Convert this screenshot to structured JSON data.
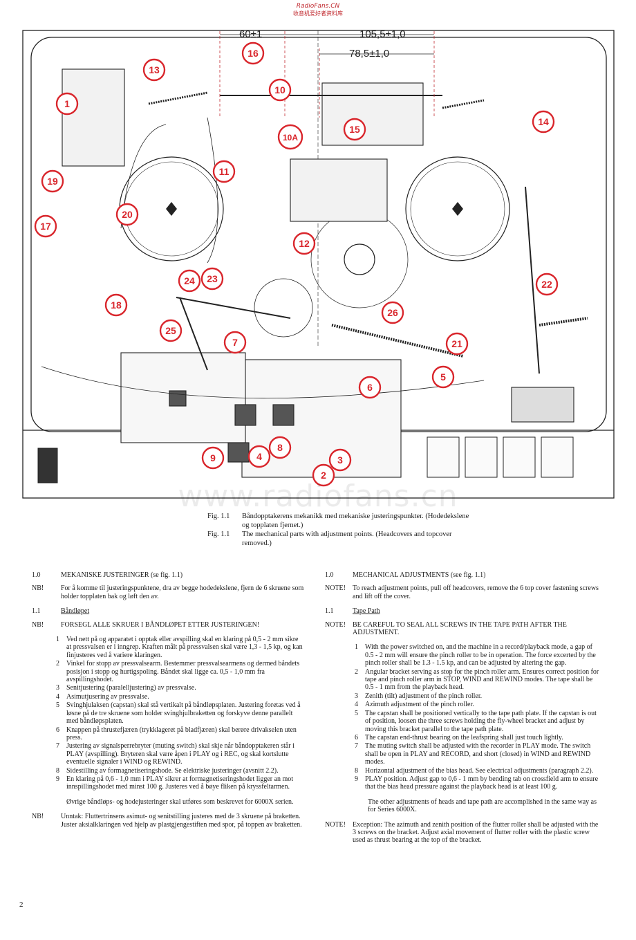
{
  "header": {
    "brand": "RadioFans.CN",
    "tagline": "收音机爱好者资料库"
  },
  "watermark": "www.radiofans.cn",
  "diagram": {
    "dimensions": [
      "60±1",
      "105,5±1,0",
      "78,5±1,0"
    ],
    "callouts": [
      "1",
      "2",
      "3",
      "4",
      "5",
      "6",
      "7",
      "8",
      "9",
      "10",
      "10A",
      "11",
      "12",
      "13",
      "14",
      "15",
      "16",
      "17",
      "18",
      "19",
      "20",
      "21",
      "22",
      "23",
      "24",
      "25",
      "26"
    ],
    "callout_color": "#d9262c"
  },
  "caption": {
    "fig_label": "Fig. 1.1",
    "no_text": "Båndopptakerens mekanikk med mekaniske justeringspunkter. (Hodedekslene og topplaten fjernet.)",
    "en_text": "The mechanical parts with adjustment points. (Headcovers and topcover removed.)"
  },
  "left": {
    "s10_num": "1.0",
    "s10_title": "MEKANISKE JUSTERINGER (se fig. 1.1)",
    "nb1_label": "NB!",
    "nb1_text": "For å komme til justeringspunktene, dra av begge hodedekslene, fjern de 6 skruene som holder topplaten bak og løft den av.",
    "s11_num": "1.1",
    "s11_title": "Båndløpet",
    "nb2_label": "NB!",
    "nb2_text": "FORSEGL ALLE SKRUER I BÅNDLØPET ETTER JUSTERINGEN!",
    "items": [
      {
        "n": "1",
        "t": "Ved nett på og apparatet i opptak eller avspilling skal en klaring på 0,5 - 2 mm sikre at pressvalsen er i inngrep. Kraften målt på pressvalsen skal være 1,3 - 1,5 kp, og kan finjusteres ved å variere klaringen."
      },
      {
        "n": "2",
        "t": "Vinkel for stopp av pressvalsearm. Bestemmer pressvalsearmens og dermed båndets posisjon i stopp og hurtigspoling. Båndet skal ligge ca. 0,5 - 1,0 mm fra avspillingshodet."
      },
      {
        "n": "3",
        "t": "Senitjustering (paralelljustering) av pressvalse."
      },
      {
        "n": "4",
        "t": "Asimutjusering av pressvalse."
      },
      {
        "n": "5",
        "t": "Svinghjulaksen (capstan) skal stå vertikalt på båndløpsplaten. Justering foretas ved å løsne på de tre skruene som holder svinghjulbraketten og forskyve denne parallelt med båndløpsplaten."
      },
      {
        "n": "6",
        "t": "Knappen på thrustefjæren (trykklageret på bladfjæren) skal berøre drivakselen uten press."
      },
      {
        "n": "7",
        "t": "Justering av signalsperrebryter (muting switch) skal skje når båndopptakeren står i PLAY (avspilling). Bryteren skal være åpen i PLAY og i REC, og skal kortslutte eventuelle signaler i WIND og REWIND."
      },
      {
        "n": "8",
        "t": "Sidestilling av formagnetiseringshode. Se elektriske justeringer (avsnitt 2.2)."
      },
      {
        "n": "9",
        "t": "En klaring på 0,6 - 1,0 mm i PLAY sikrer at formagnetiseringshodet ligger an mot innspillingshodet med minst 100 g. Justeres ved å bøye fliken på kryssfeltarmen."
      }
    ],
    "remaining": "Øvrige båndløps- og hodejusteringer skal utføres som beskrevet for 6000X serien.",
    "nb3_label": "NB!",
    "nb3_text": "Unntak: Fluttertrinsens asimut- og senitstilling justeres med de 3 skruene på braketten. Juster aksialklaringen ved hjelp av plastgjengestiften med spor, på toppen av braketten."
  },
  "right": {
    "s10_num": "1.0",
    "s10_title": "MECHANICAL ADJUSTMENTS (see fig. 1.1)",
    "note1_label": "NOTE!",
    "note1_text": "To reach adjustment points, pull off headcovers, remove the 6 top cover fastening screws and lift off the cover.",
    "s11_num": "1.1",
    "s11_title": "Tape Path",
    "note2_label": "NOTE!",
    "note2_text": "BE CAREFUL TO SEAL ALL SCREWS IN THE TAPE PATH AFTER THE ADJUSTMENT.",
    "items": [
      {
        "n": "1",
        "t": "With the power switched on, and the machine in a record/playback mode, a gap of 0.5 - 2 mm will ensure the pinch roller to be in operation. The force excerted by the pinch roller shall be 1.3 - 1.5 kp, and can be adjusted by altering the gap."
      },
      {
        "n": "2",
        "t": "Angular bracket serving as stop for the pinch roller arm. Ensures correct position for tape and pinch roller arm in STOP, WIND and REWIND modes. The tape shall be 0.5 - 1 mm from the playback head."
      },
      {
        "n": "3",
        "t": "Zenith (tilt) adjustment of the pinch roller."
      },
      {
        "n": "4",
        "t": "Azimuth adjustment of the pinch roller."
      },
      {
        "n": "5",
        "t": "The capstan shall be positioned vertically to the tape path plate. If the capstan is out of position, loosen the three screws holding the fly-wheel bracket and adjust by moving this bracket parallel to the tape path plate."
      },
      {
        "n": "6",
        "t": "The capstan end-thrust bearing on the leafspring shall just touch lightly."
      },
      {
        "n": "7",
        "t": "The muting switch shall be adjusted with the recorder in PLAY mode. The switch shall be open in PLAY and RECORD, and short (closed) in WIND and REWIND modes."
      },
      {
        "n": "8",
        "t": "Horizontal adjustment of the bias head. See electrical adjustments (paragraph 2.2)."
      },
      {
        "n": "9",
        "t": "PLAY position. Adjust gap to 0,6 - 1 mm by bending tab on crossfield arm to ensure that the bias head pressure against the playback head is at least 100 g."
      }
    ],
    "remaining": "The other adjustments of heads and tape path are accomplished in the same way as for Series 6000X.",
    "note3_label": "NOTE!",
    "note3_text": "Exception: The azimuth and zenith position of the flutter roller shall be adjusted with the 3 screws on the bracket. Adjust axial movement of flutter roller with the plastic screw used as thrust bearing at the top of the bracket."
  },
  "page_number": "2"
}
